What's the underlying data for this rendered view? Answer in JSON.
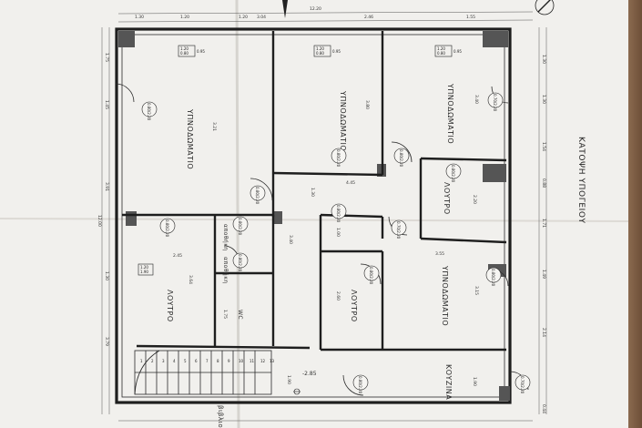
{
  "plan_title": "ΚΑΤΟΨΗ ΥΠΟΓΕΙΟΥ",
  "rooms": [
    {
      "label": "ΥΠΝΟΔΩΜΑΤΙΟ"
    },
    {
      "label": "ΥΠΝΟΔΩΜΑΤΙΟ"
    },
    {
      "label": "ΥΠΝΟΔΩΜΑΤΙΟ"
    },
    {
      "label": "ΥΠΝΟΔΩΜΑΤΙΟ"
    },
    {
      "label": "ΛΟΥΤΡΟ"
    },
    {
      "label": "ΛΟΥΤΡΟ"
    },
    {
      "label": "ΛΟΥΤΡΟ"
    },
    {
      "label": "ΚΟΥΖΙΝΑ"
    },
    {
      "label": "WC"
    },
    {
      "label": "αποθήκη"
    },
    {
      "label": "αποθήκη"
    },
    {
      "label": "βιβλιοθήκη"
    }
  ],
  "top_dimensions": [
    "1.20",
    "1.20",
    "2.46",
    "1.55",
    "12.20",
    "3.04",
    "1.30"
  ],
  "left_dimensions": [
    "1.75",
    "1.45",
    "3.91",
    "12.00",
    "1.30",
    "3.79"
  ],
  "right_dimensions": [
    "1.30",
    "1.30",
    "1.54",
    "0.88",
    "1.71",
    "1.49",
    "2.14",
    "0.44"
  ],
  "interior_dimensions": [
    "3.21",
    "3.80",
    "3.40",
    "4.45",
    "2.20",
    "1.30",
    "1.00",
    "3.64",
    "3.40",
    "2.45",
    "2.60",
    "3.15",
    "1.90",
    "1.90",
    "3.55",
    "1.75"
  ],
  "window_tags": [
    {
      "line1": "1.20",
      "line2": "0.80",
      "extra": "0.95"
    },
    {
      "line1": "1.20",
      "line2": "0.80",
      "extra": "0.95"
    },
    {
      "line1": "1.20",
      "line2": "0.80",
      "extra": "0.95"
    },
    {
      "line1": "1.20",
      "line2": "1.90",
      "extra": ""
    }
  ],
  "door_tags": [
    "0.80/2.20",
    "0.80/2.20",
    "0.80/2.20",
    "0.80/2.20",
    "0.80/2.20",
    "0.70/2.20",
    "0.80/2.20",
    "0.80/2.20",
    "0.80/2.20",
    "0.70/2.20",
    "0.80/2.20",
    "0.80/2.20",
    "0.80/2.20",
    "0.80/2.20",
    "0.70/2.20"
  ],
  "level_mark": "-2.85",
  "stair_numbers": [
    "1",
    "2",
    "3",
    "4",
    "5",
    "6",
    "7",
    "8",
    "9",
    "10",
    "11",
    "12",
    "13"
  ]
}
